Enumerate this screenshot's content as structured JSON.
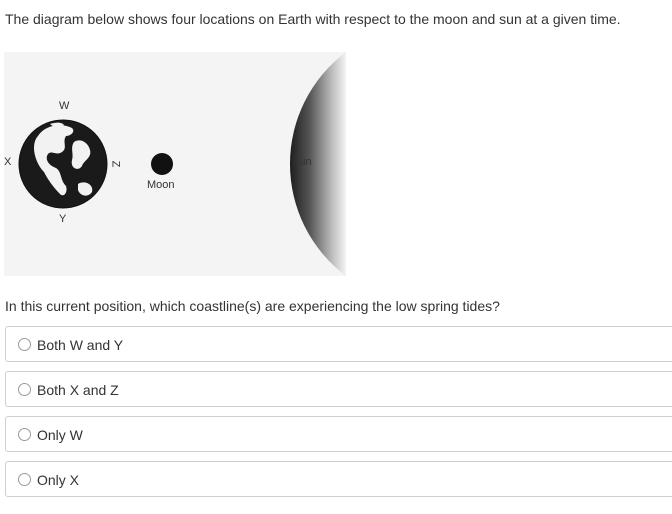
{
  "intro_text": "The diagram below shows four locations on Earth with respect to the moon and sun at a given time.",
  "diagram": {
    "labels": {
      "w": "W",
      "x": "X",
      "y": "Y",
      "z": "Z",
      "moon": "Moon",
      "sun": "Sun"
    }
  },
  "question_text": "In this current position, which coastline(s) are experiencing the low spring tides?",
  "options": [
    {
      "label": "Both W and Y"
    },
    {
      "label": "Both X and Z"
    },
    {
      "label": "Only W"
    },
    {
      "label": "Only X"
    }
  ]
}
